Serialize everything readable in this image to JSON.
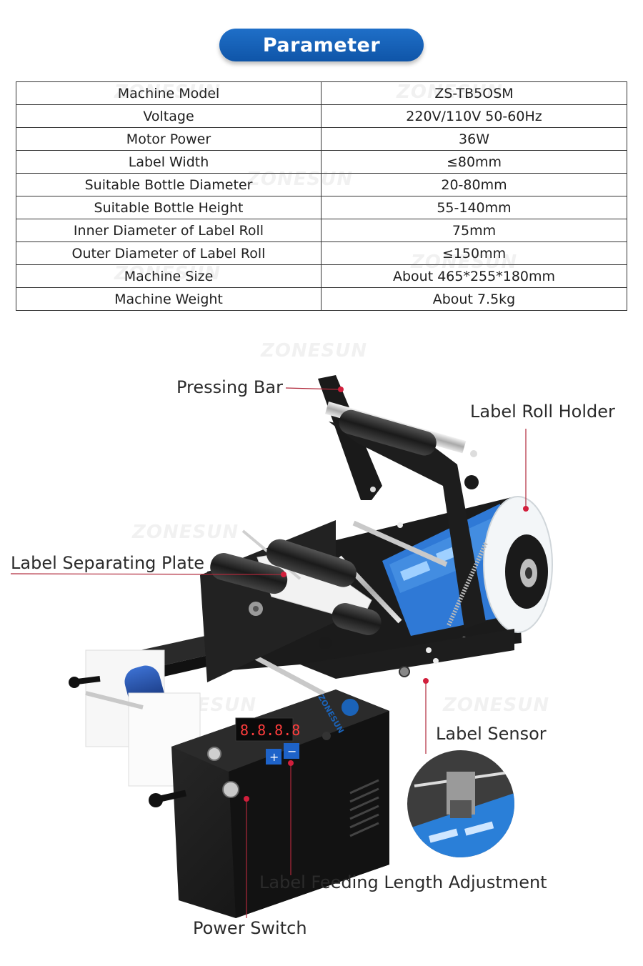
{
  "header": {
    "title": "Parameter"
  },
  "params": {
    "rows": [
      {
        "key": "Machine Model",
        "value": "ZS-TB5OSM"
      },
      {
        "key": "Voltage",
        "value": "220V/110V 50-60Hz"
      },
      {
        "key": "Motor Power",
        "value": "36W"
      },
      {
        "key": "Label Width",
        "value": "≤80mm"
      },
      {
        "key": "Suitable Bottle Diameter",
        "value": "20-80mm"
      },
      {
        "key": "Suitable Bottle Height",
        "value": "55-140mm"
      },
      {
        "key": "Inner Diameter of Label Roll",
        "value": "75mm"
      },
      {
        "key": "Outer Diameter of Label Roll",
        "value": "≤150mm"
      },
      {
        "key": "Machine Size",
        "value": "About 465*255*180mm"
      },
      {
        "key": "Machine Weight",
        "value": "About 7.5kg"
      }
    ]
  },
  "callouts": {
    "pressing_bar": "Pressing Bar",
    "label_roll_holder": "Label Roll Holder",
    "label_separating_plate": "Label Separating Plate",
    "label_sensor": "Label Sensor",
    "label_feeding_length": "Label Feeding Length Adjustment",
    "power_switch": "Power Switch"
  },
  "device": {
    "brand": "ZONESUN",
    "display": "8.8.8.8",
    "plus_label": "+",
    "minus_label": "−"
  },
  "watermark": "ZONESUN",
  "colors": {
    "accent": "#1b63b8",
    "pointer": "#d21f3c",
    "label_blue": "#2a7fd8"
  }
}
